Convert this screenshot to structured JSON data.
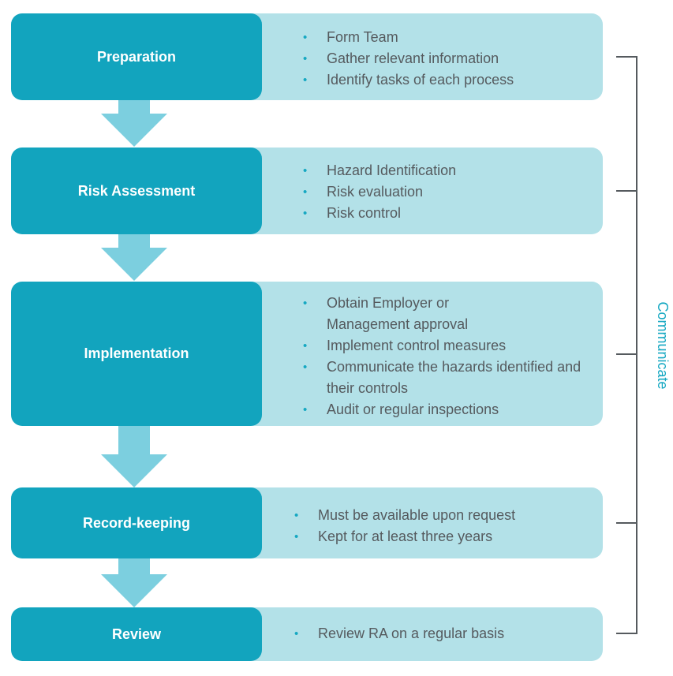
{
  "stages": [
    {
      "title": "Preparation",
      "items": [
        "Form Team",
        "Gather relevant information",
        "Identify tasks of each process"
      ]
    },
    {
      "title": "Risk Assessment",
      "items": [
        "Hazard Identification",
        "Risk evaluation",
        "Risk control"
      ]
    },
    {
      "title": "Implementation",
      "items": [
        "Obtain Employer or",
        "Management approval",
        "Implement control measures",
        "Communicate the hazards identified and",
        "their controls",
        "Audit or regular inspections"
      ]
    },
    {
      "title": "Record-keeping",
      "items": [
        "Must be available upon request",
        "Kept for at least three years"
      ]
    },
    {
      "title": "Review",
      "items": [
        "Review RA on a regular basis"
      ]
    }
  ],
  "bracket_label": "Communicate",
  "colors": {
    "stage_box": "#12a4be",
    "detail_box": "#b3e1e8",
    "arrow": "#7ccfdf",
    "bracket": "#555a5e",
    "text": "#555a5e"
  }
}
